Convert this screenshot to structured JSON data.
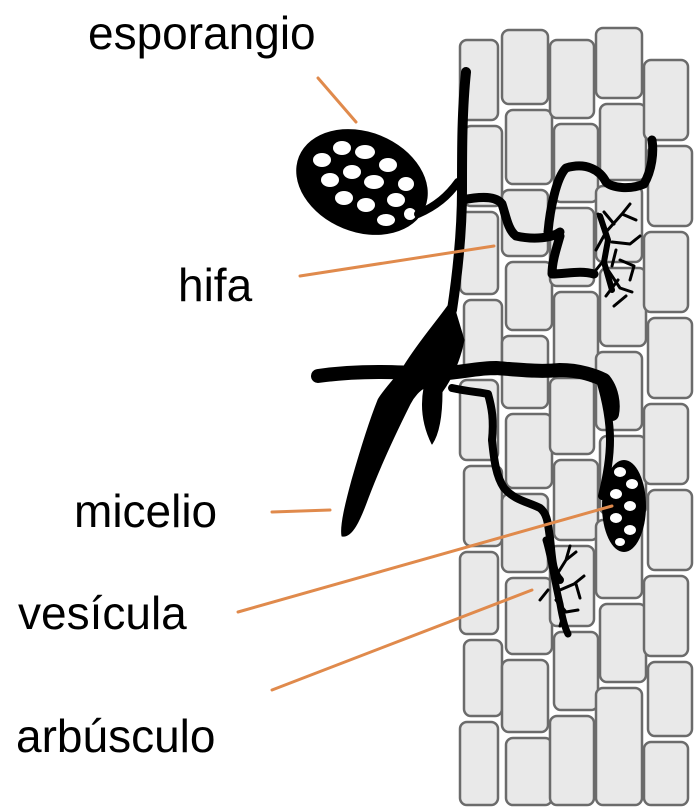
{
  "labels": {
    "esporangio": "esporangio",
    "hifa": "hifa",
    "micelio": "micelio",
    "vesicula": "vesícula",
    "arbusculo": "arbúsculo"
  },
  "colors": {
    "leader_line": "#e08a4c",
    "fungus": "#000000",
    "cell_outline": "#6b6b6b",
    "cell_fill": "#e9e9e9"
  }
}
